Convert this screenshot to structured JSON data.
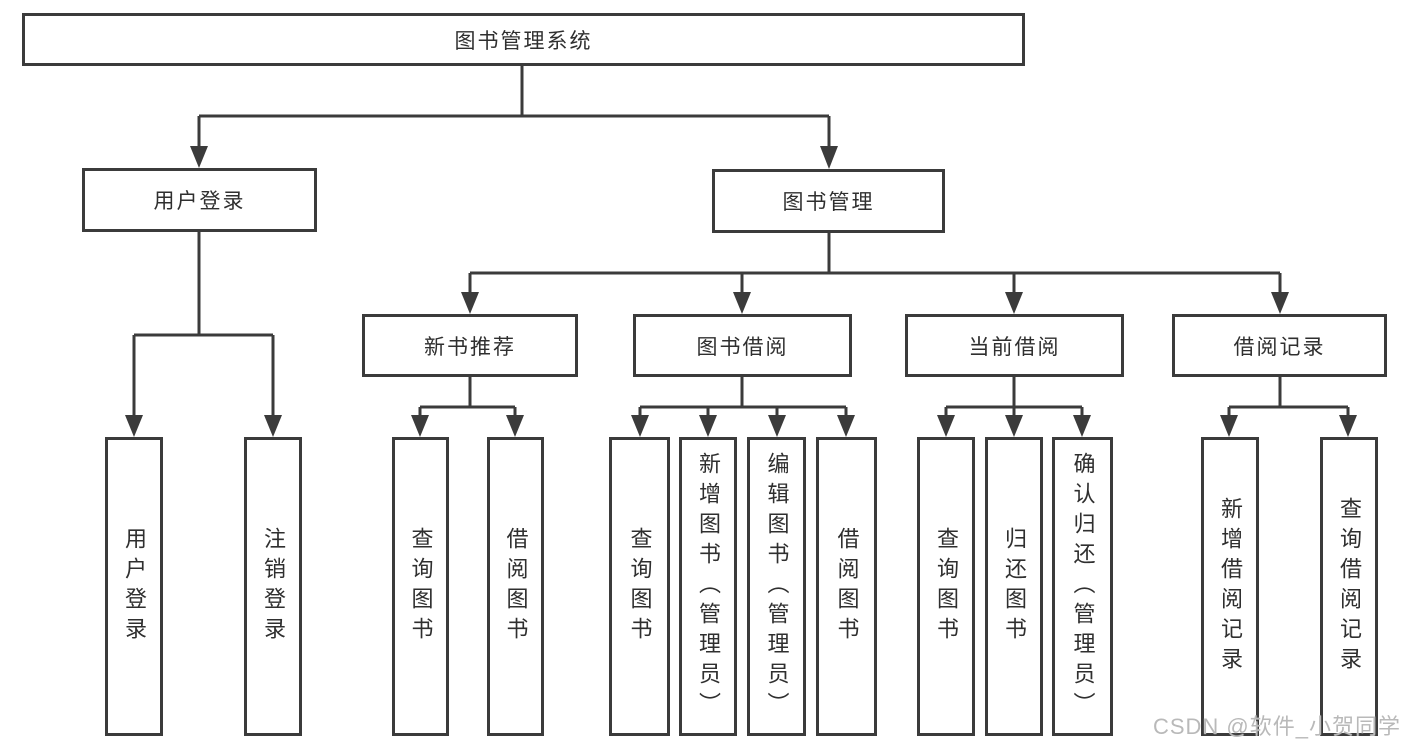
{
  "diagram": {
    "type": "hierarchy-tree",
    "title": "图书管理系统",
    "watermark": "CSDN @软件_小贺同学",
    "colors": {
      "background": "#ffffff",
      "line": "#3b3b3b",
      "box_border": "#3b3b3b",
      "text": "#2f2f2f",
      "watermark": "#b9b9b9"
    },
    "nodes": [
      {
        "id": "root",
        "label": "图书管理系统",
        "level": 1,
        "parent": null
      },
      {
        "id": "user-login",
        "label": "用户登录",
        "level": 2,
        "parent": "root"
      },
      {
        "id": "book-mgmt",
        "label": "图书管理",
        "level": 2,
        "parent": "root"
      },
      {
        "id": "new-book-rec",
        "label": "新书推荐",
        "level": 3,
        "parent": "book-mgmt"
      },
      {
        "id": "book-borrow",
        "label": "图书借阅",
        "level": 3,
        "parent": "book-mgmt"
      },
      {
        "id": "current-borrow",
        "label": "当前借阅",
        "level": 3,
        "parent": "book-mgmt"
      },
      {
        "id": "borrow-records",
        "label": "借阅记录",
        "level": 3,
        "parent": "book-mgmt"
      },
      {
        "id": "login-leaf",
        "label": "用户登录",
        "level": 4,
        "parent": "user-login"
      },
      {
        "id": "logout-leaf",
        "label": "注销登录",
        "level": 4,
        "parent": "user-login"
      },
      {
        "id": "rec-query",
        "label": "查询图书",
        "level": 4,
        "parent": "new-book-rec"
      },
      {
        "id": "rec-borrow",
        "label": "借阅图书",
        "level": 4,
        "parent": "new-book-rec"
      },
      {
        "id": "bb-query",
        "label": "查询图书",
        "level": 4,
        "parent": "book-borrow"
      },
      {
        "id": "bb-add",
        "label": "新增图书（管理员）",
        "level": 4,
        "parent": "book-borrow"
      },
      {
        "id": "bb-edit",
        "label": "编辑图书（管理员）",
        "level": 4,
        "parent": "book-borrow"
      },
      {
        "id": "bb-borrow",
        "label": "借阅图书",
        "level": 4,
        "parent": "book-borrow"
      },
      {
        "id": "cb-query",
        "label": "查询图书",
        "level": 4,
        "parent": "current-borrow"
      },
      {
        "id": "cb-return",
        "label": "归还图书",
        "level": 4,
        "parent": "current-borrow"
      },
      {
        "id": "cb-confirm",
        "label": "确认归还（管理员）",
        "level": 4,
        "parent": "current-borrow"
      },
      {
        "id": "br-add",
        "label": "新增借阅记录",
        "level": 4,
        "parent": "borrow-records"
      },
      {
        "id": "br-query",
        "label": "查询借阅记录",
        "level": 4,
        "parent": "borrow-records"
      }
    ]
  }
}
